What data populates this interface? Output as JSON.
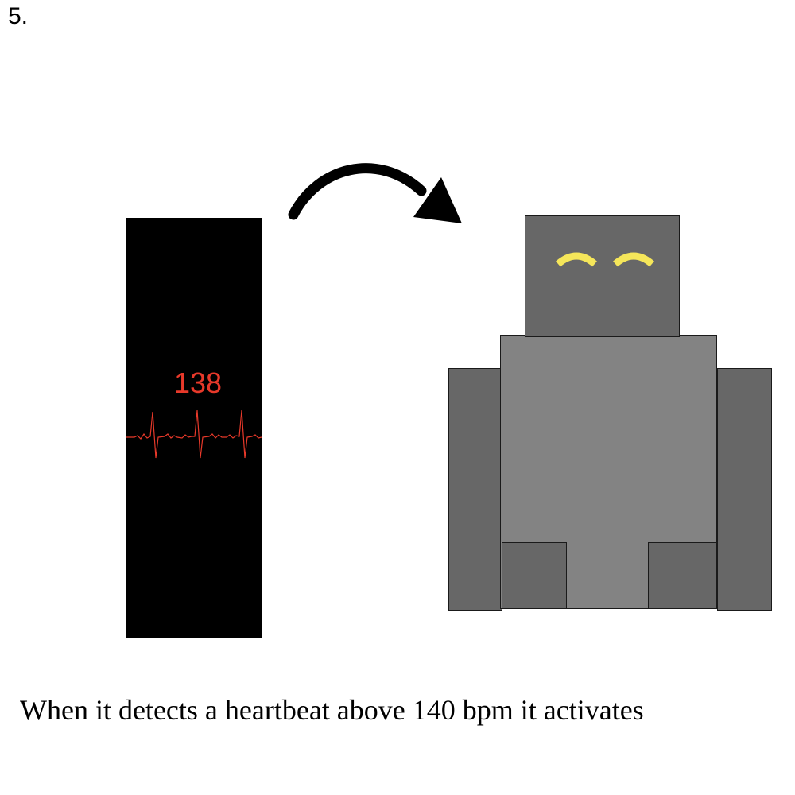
{
  "step_number": "5.",
  "monitor": {
    "bpm_value": "138",
    "screen_color": "#000000",
    "reading_color": "#e8392a",
    "icon": "ecg-waveform-icon"
  },
  "transition_icon": "curved-arrow-icon",
  "robot": {
    "icon": "robot-icon",
    "eye_color": "#f5e65a",
    "body_color": "#838383",
    "limb_color": "#676767"
  },
  "caption": "When it detects a heartbeat above 140 bpm it activates"
}
